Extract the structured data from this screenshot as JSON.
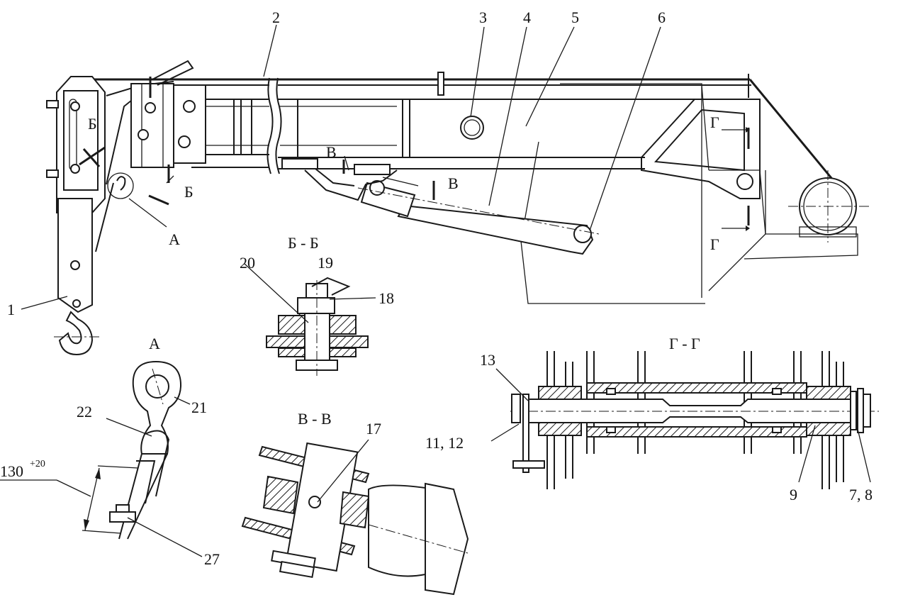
{
  "labels": {
    "n1": "1",
    "n2": "2",
    "n3": "3",
    "n4": "4",
    "n5": "5",
    "n6": "6",
    "n7_8": "7, 8",
    "n9": "9",
    "n11_12": "11,  12",
    "n13": "13",
    "n17": "17",
    "n18": "18",
    "n19": "19",
    "n20": "20",
    "n21": "21",
    "n22": "22",
    "n27": "27",
    "b_left": "Б",
    "b_right": "Б",
    "v_left": "В",
    "v_right": "В",
    "g_top": "Г",
    "g_bottom": "Г",
    "a_mark": "А"
  },
  "sections": {
    "bb": "Б - Б",
    "vv": "В - В",
    "gg": "Г - Г",
    "a": "А"
  },
  "dimension": {
    "value": "130",
    "tolerance": "+20"
  }
}
